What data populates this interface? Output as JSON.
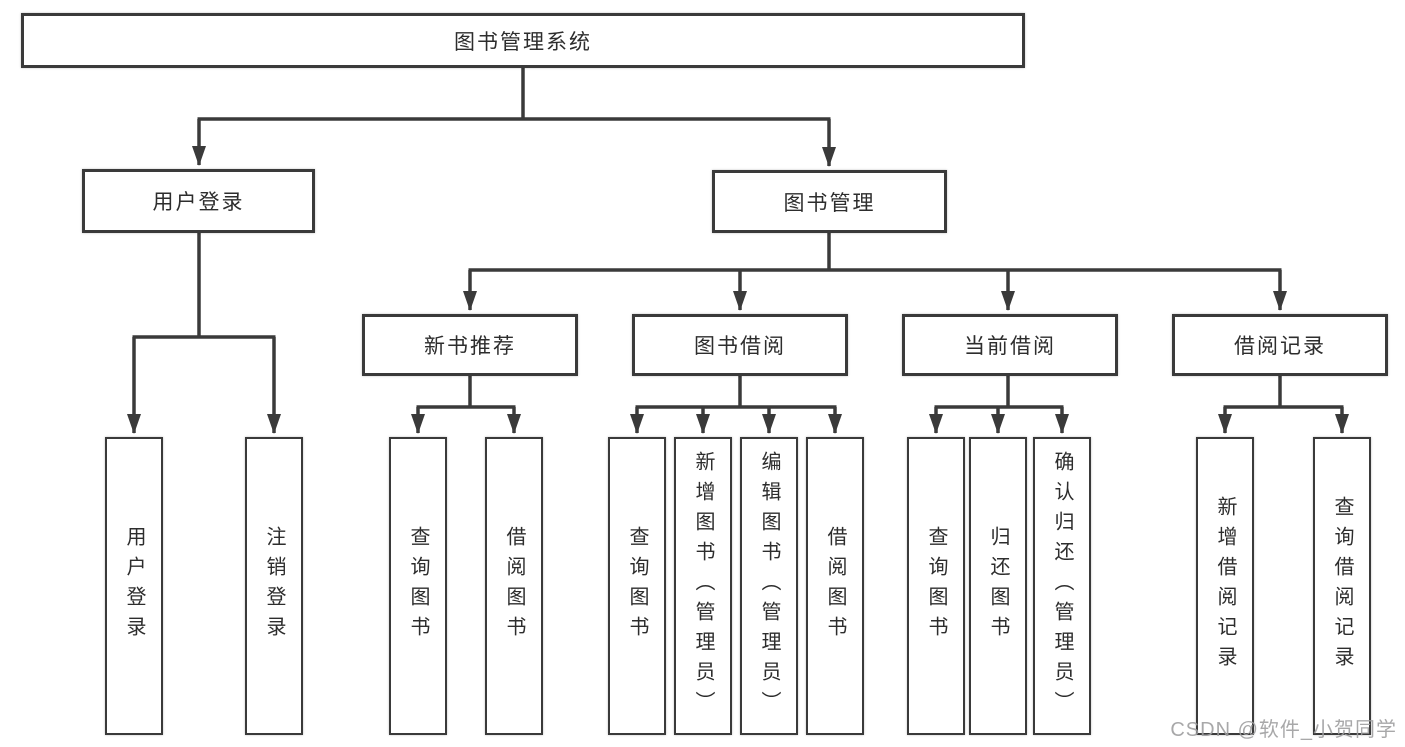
{
  "tree": {
    "root": {
      "label": "图书管理系统"
    },
    "branches": [
      {
        "label": "用户登录",
        "children": [
          "用户登录",
          "注销登录"
        ]
      },
      {
        "label": "图书管理",
        "children": [
          {
            "label": "新书推荐",
            "children": [
              "查询图书",
              "借阅图书"
            ]
          },
          {
            "label": "图书借阅",
            "children": [
              "查询图书",
              "新增图书（管理员）",
              "编辑图书（管理员）",
              "借阅图书"
            ]
          },
          {
            "label": "当前借阅",
            "children": [
              "查询图书",
              "归还图书",
              "确认归还（管理员）"
            ]
          },
          {
            "label": "借阅记录",
            "children": [
              "新增借阅记录",
              "查询借阅记录"
            ]
          }
        ]
      }
    ]
  },
  "watermark": "CSDN @软件_小贺同学",
  "colors": {
    "line": "#3a3a3a",
    "text": "#2d2d2d",
    "watermark": "#9e9ea0",
    "background": "#ffffff"
  }
}
